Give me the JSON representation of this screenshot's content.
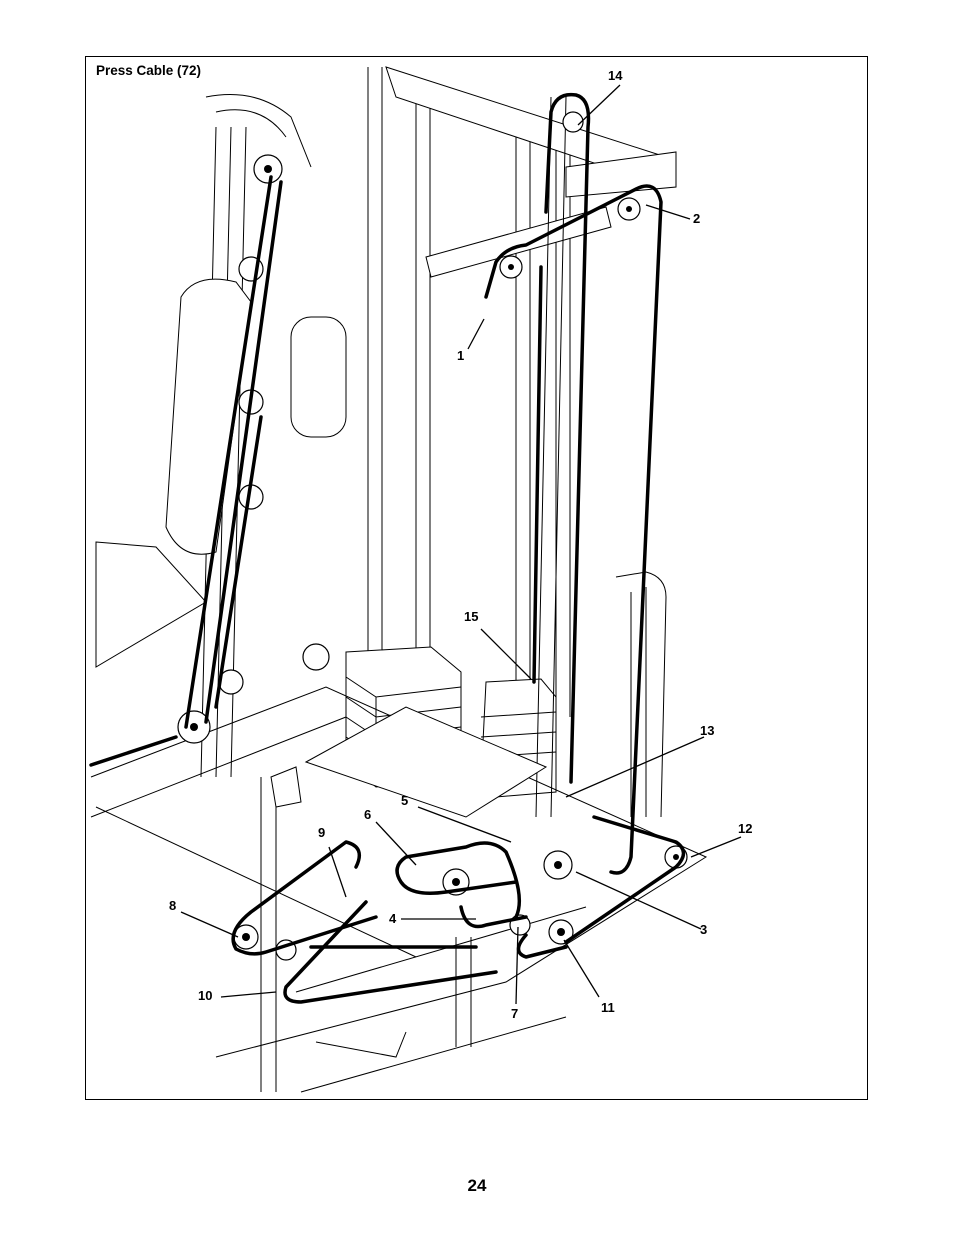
{
  "diagram": {
    "title": "Press Cable (72)",
    "callouts": [
      {
        "id": "c1",
        "label": "1"
      },
      {
        "id": "c2",
        "label": "2"
      },
      {
        "id": "c3",
        "label": "3"
      },
      {
        "id": "c4",
        "label": "4"
      },
      {
        "id": "c5",
        "label": "5"
      },
      {
        "id": "c6",
        "label": "6"
      },
      {
        "id": "c7",
        "label": "7"
      },
      {
        "id": "c8",
        "label": "8"
      },
      {
        "id": "c9",
        "label": "9"
      },
      {
        "id": "c10",
        "label": "10"
      },
      {
        "id": "c11",
        "label": "11"
      },
      {
        "id": "c12",
        "label": "12"
      },
      {
        "id": "c13",
        "label": "13"
      },
      {
        "id": "c14",
        "label": "14"
      },
      {
        "id": "c15",
        "label": "15"
      }
    ]
  },
  "page": {
    "number": "24"
  },
  "colors": {
    "ink": "#000000",
    "paper": "#ffffff",
    "frame_fill": "#f4f4f4"
  }
}
